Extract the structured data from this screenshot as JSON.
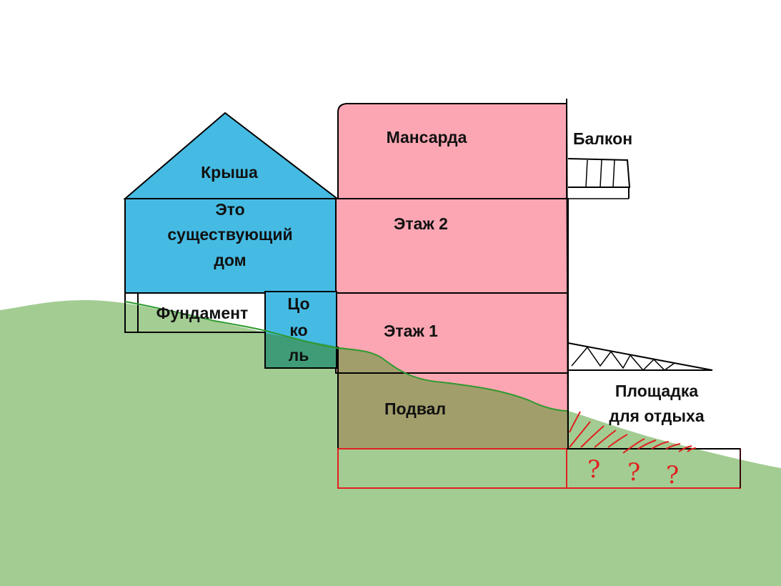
{
  "colors": {
    "existing_house": "#45bbe3",
    "new_house": "#fca6b3",
    "ground": "#a3cc92",
    "basement_underground": "#a29e6c",
    "plinth_underground": "#3f9c77",
    "ground_edge": "#2f9a2f",
    "outline": "#000000",
    "marks": "#e02020"
  },
  "labels": {
    "roof": "Крыша",
    "existing_line1": "Это",
    "existing_line2": "существующий",
    "existing_line3": "дом",
    "foundation": "Фундамент",
    "plinth_line1": "Цо",
    "plinth_line2": "ко",
    "plinth_line3": "ль",
    "attic": "Мансарда",
    "floor2": "Этаж 2",
    "floor1": "Этаж 1",
    "basement": "Подвал",
    "balcony": "Балкон",
    "terrace_line1": "Площадка",
    "terrace_line2": "для отдыха",
    "question_mark": "?"
  }
}
